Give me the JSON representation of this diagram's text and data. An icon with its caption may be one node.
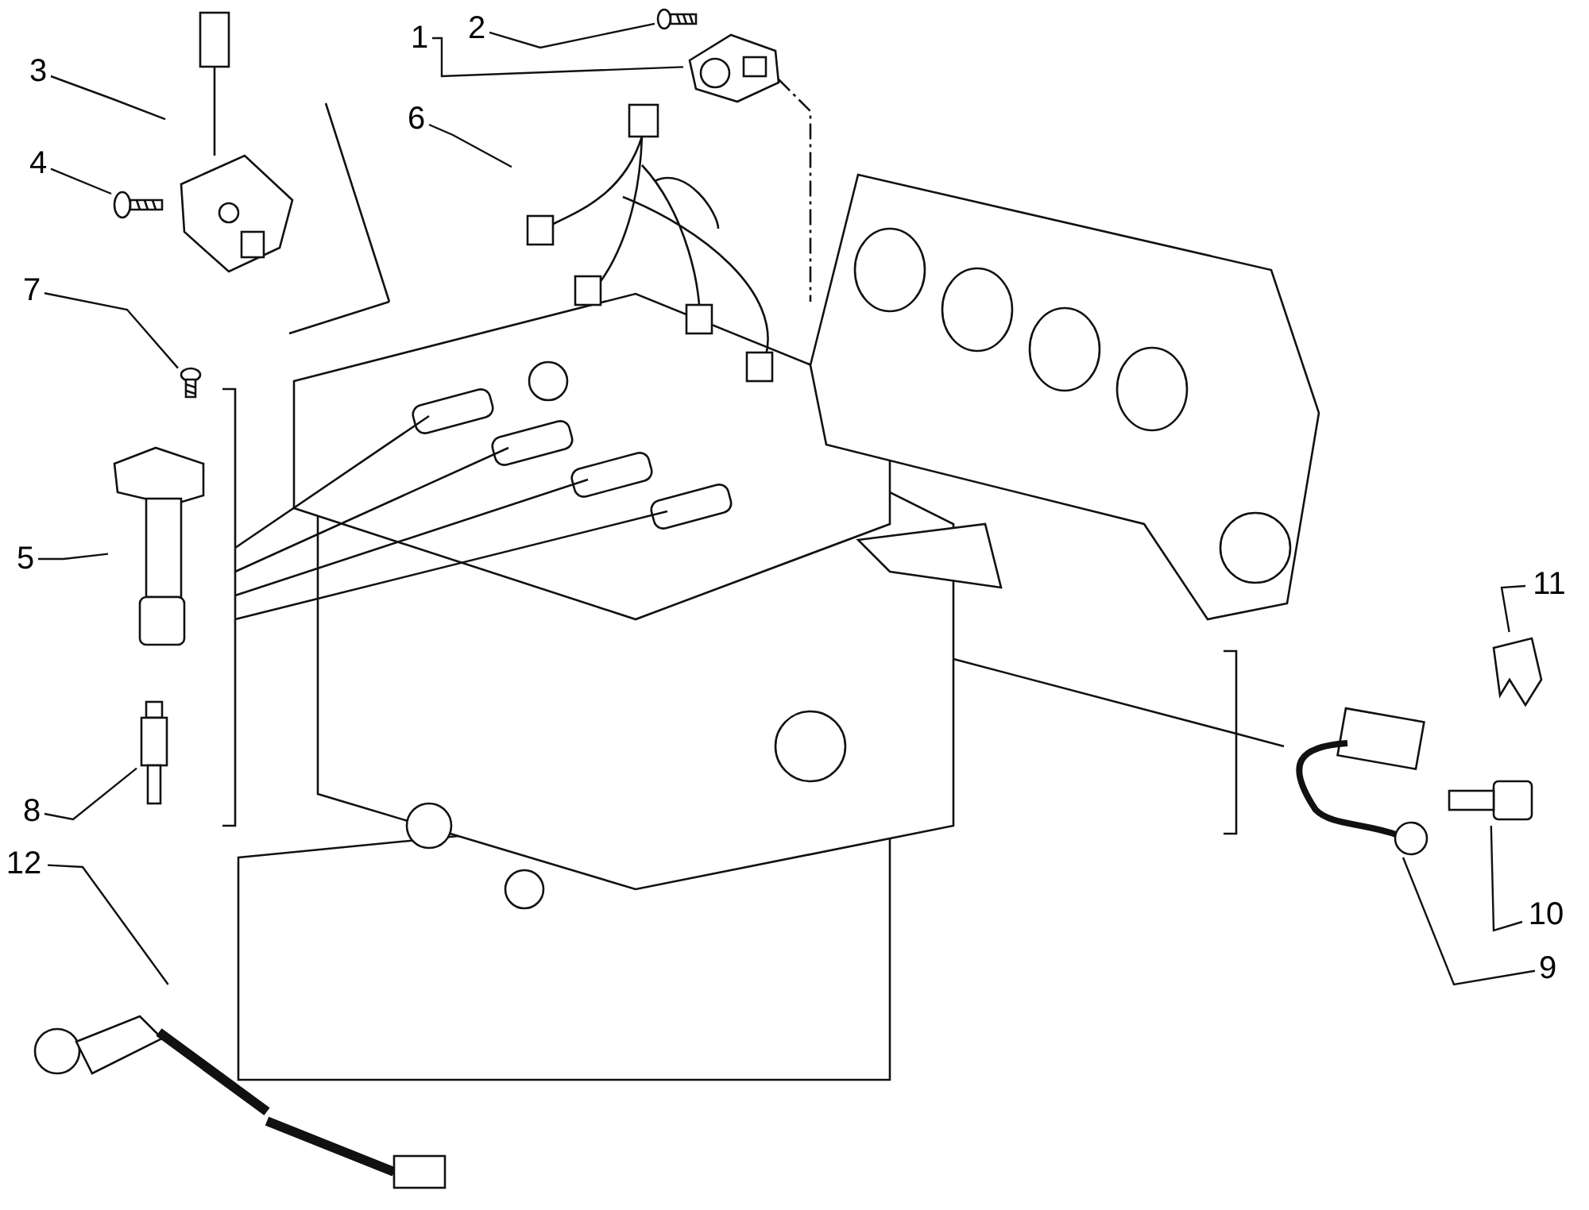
{
  "diagram": {
    "nodes": [
      {
        "text": [
          "1"
        ]
      },
      {
        "text": [
          "2"
        ]
      },
      {
        "text": [
          "3"
        ]
      },
      {
        "text": [
          "4"
        ]
      },
      {
        "text": [
          "5"
        ]
      },
      {
        "text": [
          "6"
        ]
      },
      {
        "text": [
          "7"
        ]
      },
      {
        "text": [
          "8"
        ]
      },
      {
        "text": [
          "9"
        ]
      },
      {
        "text": [
          "10"
        ]
      },
      {
        "text": [
          "11"
        ]
      },
      {
        "text": [
          "12"
        ]
      },
      {
        "text": [],
        "shape": "picture"
      },
      {
        "text": [],
        "shape": "picture"
      },
      {
        "text": [],
        "shape": "picture"
      },
      {
        "text": [],
        "shape": "picture"
      },
      {
        "text": [],
        "shape": "picture"
      },
      {
        "text": [],
        "shape": "picture"
      },
      {
        "text": [],
        "shape": "picture"
      },
      {
        "text": [],
        "shape": "picture"
      },
      {
        "text": [],
        "shape": "picture"
      },
      {
        "text": [],
        "shape": "picture"
      },
      {
        "text": [],
        "shape": "picture"
      },
      {
        "text": [],
        "shape": "picture"
      }
    ],
    "edges": [
      {
        "from": 0,
        "to": 12,
        "arrow": "none"
      },
      {
        "from": 1,
        "to": 13,
        "arrow": "none"
      },
      {
        "from": 2,
        "to": 14,
        "arrow": "none"
      },
      {
        "from": 3,
        "to": 15,
        "arrow": "none"
      },
      {
        "from": 4,
        "to": 18,
        "arrow": "none"
      },
      {
        "from": 5,
        "to": 16,
        "arrow": "none"
      },
      {
        "from": 6,
        "to": 17,
        "arrow": "none"
      },
      {
        "from": 7,
        "to": 19,
        "arrow": "none"
      },
      {
        "from": 8,
        "to": 20,
        "arrow": "none"
      },
      {
        "from": 9,
        "to": 21,
        "arrow": "none"
      },
      {
        "from": 10,
        "to": 22,
        "arrow": "none"
      },
      {
        "from": 11,
        "to": 23,
        "arrow": "none"
      }
    ]
  }
}
